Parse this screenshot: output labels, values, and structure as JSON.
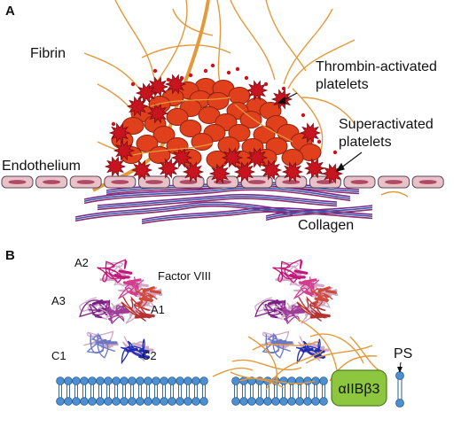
{
  "panel_a": {
    "label": "A",
    "fibrin": "Fibrin",
    "thrombin_line1": "Thrombin-activated",
    "thrombin_line2": "platelets",
    "super_line1": "Superactivated",
    "super_line2": "platelets",
    "endothelium": "Endothelium",
    "collagen": "Collagen"
  },
  "panel_b": {
    "label": "B",
    "factor": "Factor VIII",
    "a1": "A1",
    "a2": "A2",
    "a3": "A3",
    "c1": "C1",
    "c2": "C2",
    "integrin": "αIIBβ3",
    "ps": "PS"
  },
  "colors": {
    "fibrin": "#e49a3c",
    "platelet": "#e0401c",
    "platelet_star": "#c8141e",
    "endothelium": "#e8c2c8",
    "collagen": "#7a2a8e",
    "membrane_head": "#4e8fd1",
    "integrin": "#8dc63f"
  }
}
